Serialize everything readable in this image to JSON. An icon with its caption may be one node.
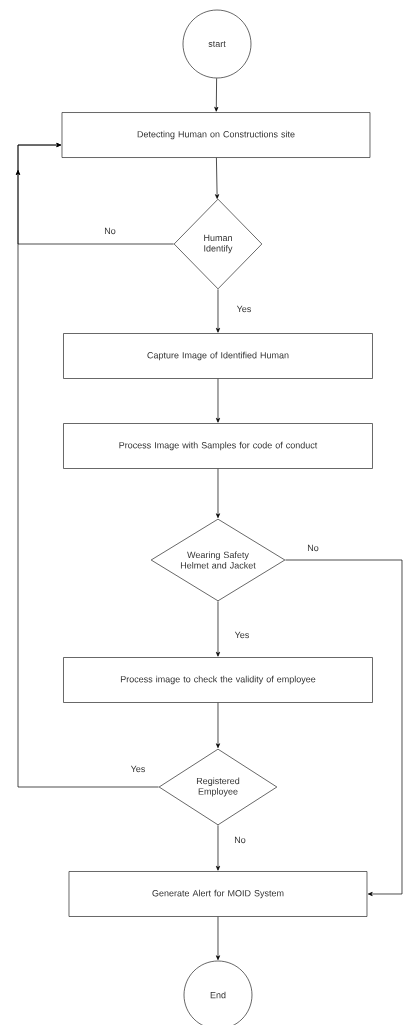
{
  "diagram": {
    "nodes": [
      {
        "text": [
          "start"
        ]
      },
      {
        "text": [
          "Detecting Human on Constructions site"
        ]
      },
      {
        "text": [
          "Human Identify"
        ]
      },
      {
        "text": [
          "Capture Image of Identified Human"
        ]
      },
      {
        "text": [
          "Process Image with Samples for code of conduct"
        ]
      },
      {
        "text": [
          "Wearing Safety Helmet and Jacket"
        ]
      },
      {
        "text": [
          "Process image to check the validity of employee"
        ]
      },
      {
        "text": [
          "Registered Employee"
        ]
      },
      {
        "text": [
          "Generate Alert for MOID System"
        ]
      },
      {
        "text": [
          "End"
        ]
      }
    ],
    "edges": [
      {
        "from": 0,
        "to": 1,
        "arrow": "to"
      },
      {
        "from": 1,
        "to": 2,
        "arrow": "to"
      },
      {
        "from": 2,
        "to": 3,
        "arrow": "to",
        "label": "Yes"
      },
      {
        "from": 2,
        "to": 1,
        "arrow": "to",
        "label": "No"
      },
      {
        "from": 3,
        "to": 4,
        "arrow": "to"
      },
      {
        "from": 4,
        "to": 5,
        "arrow": "to"
      },
      {
        "from": 5,
        "to": 6,
        "arrow": "to",
        "label": "Yes"
      },
      {
        "from": 5,
        "to": 8,
        "arrow": "to",
        "label": "No"
      },
      {
        "from": 6,
        "to": 7,
        "arrow": "to"
      },
      {
        "from": 7,
        "to": 1,
        "arrow": "to",
        "label": "Yes"
      },
      {
        "from": 7,
        "to": 8,
        "arrow": "to",
        "label": "No"
      },
      {
        "from": 8,
        "to": 9,
        "arrow": "to"
      }
    ]
  }
}
